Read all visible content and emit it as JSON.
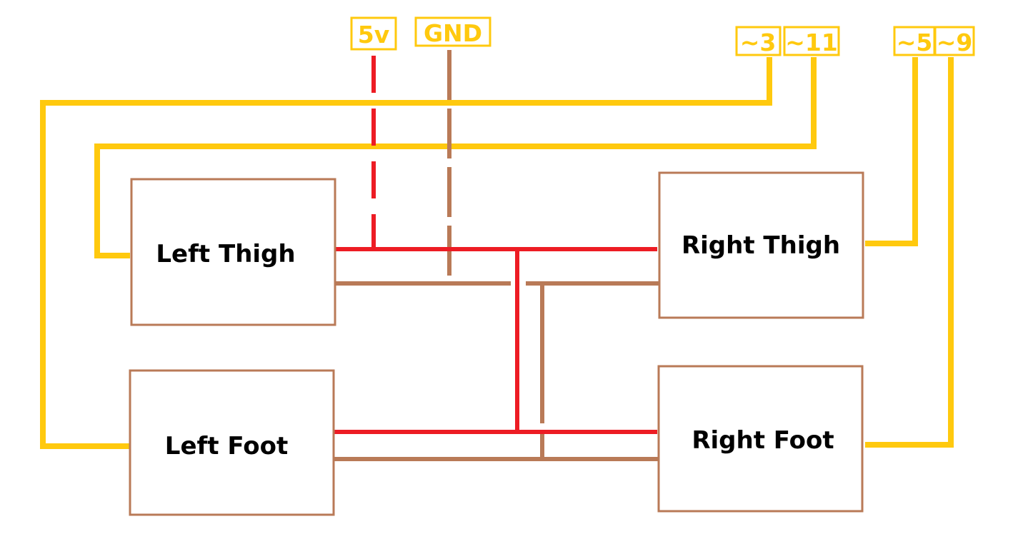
{
  "colors": {
    "power": "#ed1c24",
    "ground": "#b97a57",
    "signal": "#ffc90e",
    "label_text": "#000000",
    "background": "#ffffff"
  },
  "pins": {
    "vcc": "5v",
    "gnd": "GND",
    "pwm3": "~3",
    "pwm11": "~11",
    "pwm5": "~5",
    "pwm9": "~9"
  },
  "servos": {
    "left_thigh": "Left Thigh",
    "right_thigh": "Right Thigh",
    "left_foot": "Left Foot",
    "right_foot": "Right Foot"
  }
}
